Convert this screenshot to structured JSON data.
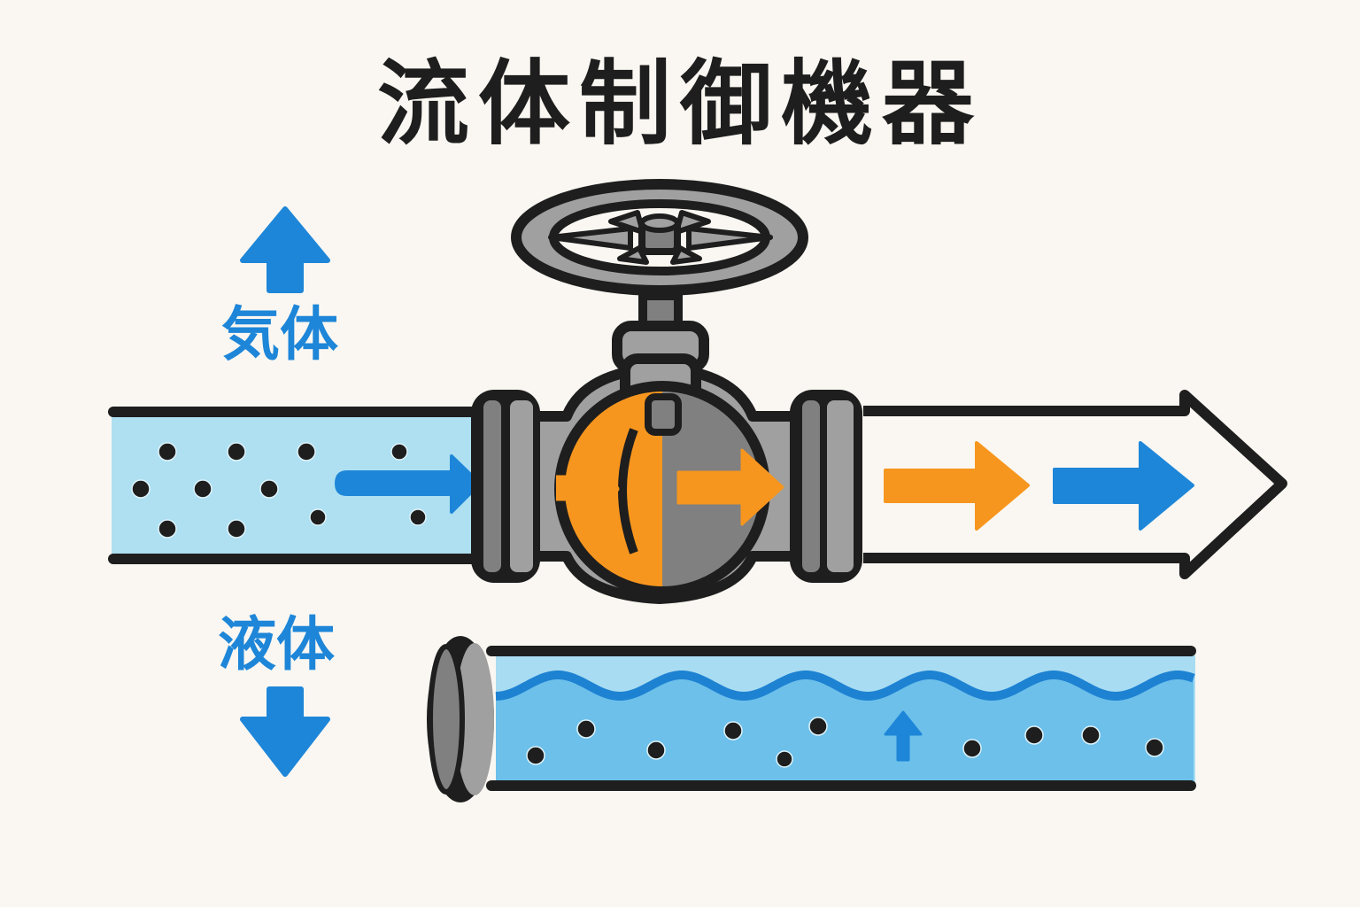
{
  "title": "流体制御機器",
  "labels": {
    "gas": "気体",
    "liquid": "液体"
  },
  "icons": {
    "gas_arrow": "arrow-up-icon",
    "liquid_arrow": "arrow-down-icon",
    "valve": "gate-valve-handwheel-icon",
    "flow_arrows": "arrow-right-icon"
  },
  "colors": {
    "background": "#faf7f2",
    "outline": "#1e1e1e",
    "gas_fill": "#aee0f2",
    "liquid_fill": "#6cc0ea",
    "liquid_surface": "#a8dcf2",
    "wave": "#1e82d2",
    "blue_accent": "#1e86d8",
    "orange_accent": "#f7961e",
    "metal_light": "#a0a0a0",
    "metal_dark": "#808080",
    "label_blue": "#1e86d8"
  }
}
